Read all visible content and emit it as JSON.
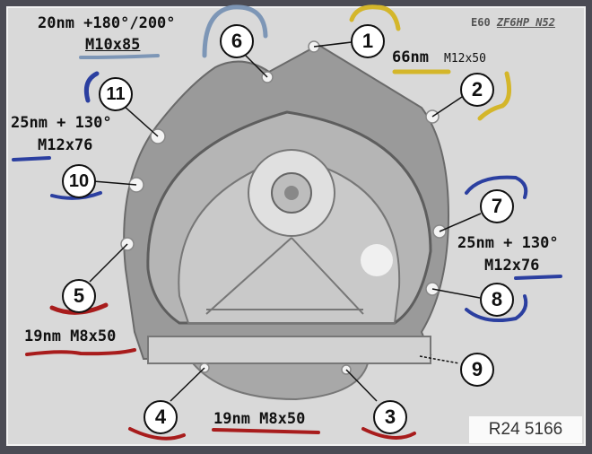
{
  "header": {
    "model_prefix": "E60",
    "model_rest": "ZF6HP N52"
  },
  "reference": "R24 5166",
  "callouts": [
    "1",
    "2",
    "3",
    "4",
    "5",
    "6",
    "7",
    "8",
    "9",
    "10",
    "11"
  ],
  "annotations": {
    "bolt6_torque": "20nm +180°/200°",
    "bolt6_size": "M10x85",
    "bolt1_2_torque": "66nm",
    "bolt1_2_size": "M12x50",
    "bolt10_11_torque": "25nm + 130°",
    "bolt10_11_size": "M12x76",
    "bolt7_8_torque": "25nm + 130°",
    "bolt7_8_size": "M12x76",
    "bolt5_torque_size": "19nm M8x50",
    "bolt3_4_torque_size": "19nm M8x50"
  },
  "colors": {
    "red": "#a81c1c",
    "yellow": "#d4b62a",
    "blue": "#2b3fa0",
    "steel": "#7d96b6"
  }
}
